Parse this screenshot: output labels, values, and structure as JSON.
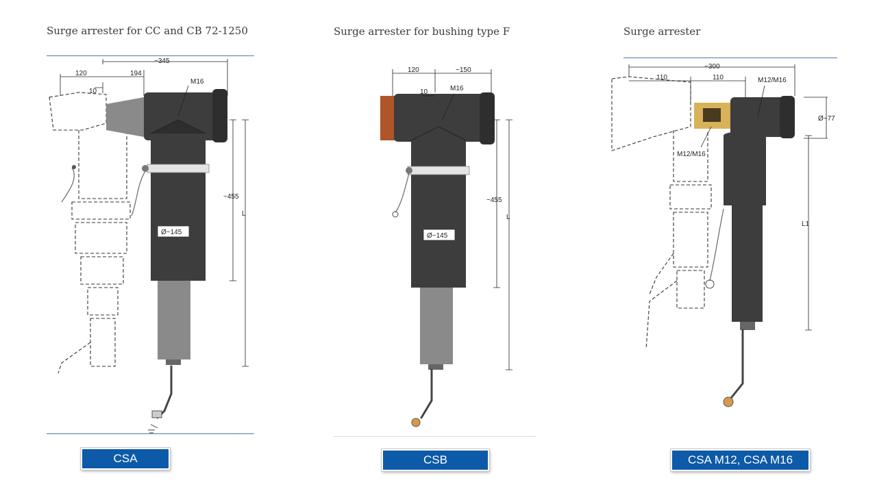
{
  "panels": [
    {
      "title": "Surge arrester for CC and CB 72-1250",
      "badge": "CSA",
      "dims": {
        "overall": "~345",
        "a": "120",
        "b": "194",
        "c": "10",
        "thread": "M16",
        "height": "~455",
        "length": "L",
        "diameter": "Ø~145"
      }
    },
    {
      "title": "Surge arrester for bushing type F",
      "badge": "CSB",
      "dims": {
        "a": "120",
        "b": "~150",
        "c": "10",
        "thread": "M16",
        "height": "~455",
        "length": "L",
        "diameter": "Ø~145"
      }
    },
    {
      "title": "Surge arrester",
      "badge": "CSA M12, CSA M16",
      "dims": {
        "overall": "~300",
        "a": "110",
        "b": "110",
        "thread": "M12/M16",
        "thread2": "M12/M16",
        "diameter": "Ø~77",
        "length": "L1"
      }
    }
  ],
  "colors": {
    "rule": "#4a7aaa",
    "badge": "#0d5aa8",
    "body": "#3d3d3d",
    "sleeve": "#8a8a8a"
  }
}
